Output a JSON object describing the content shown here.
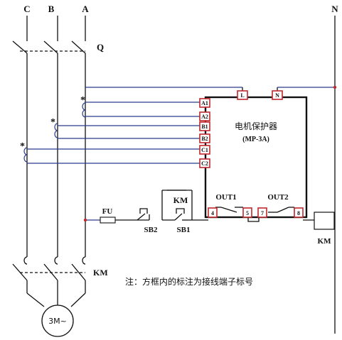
{
  "phases": {
    "c": "C",
    "b": "B",
    "a": "A",
    "n": "N"
  },
  "labels": {
    "breaker": "Q",
    "contactor_main": "KM",
    "relay_contact": "KM",
    "coil": "KM",
    "fuse": "FU",
    "stop_button": "SB2",
    "start_button": "SB1",
    "motor": "3M~"
  },
  "device": {
    "name": "电机保护器",
    "model": "(MP-3A)",
    "out1": "OUT1",
    "out2": "OUT2"
  },
  "terminals": {
    "l": "L",
    "n": "N",
    "a1": "A1",
    "a2": "A2",
    "b1": "B1",
    "b2": "B2",
    "c1": "C1",
    "c2": "C2",
    "t4": "4",
    "t5": "5",
    "t7": "7",
    "t8": "8"
  },
  "ct_marks": [
    "*",
    "*",
    "*"
  ],
  "note": "注：方框内的标注为接线端子标号",
  "colors": {
    "wire": "#111111",
    "ct_wire": "#2a3a8c",
    "terminal": "#c0282d"
  }
}
